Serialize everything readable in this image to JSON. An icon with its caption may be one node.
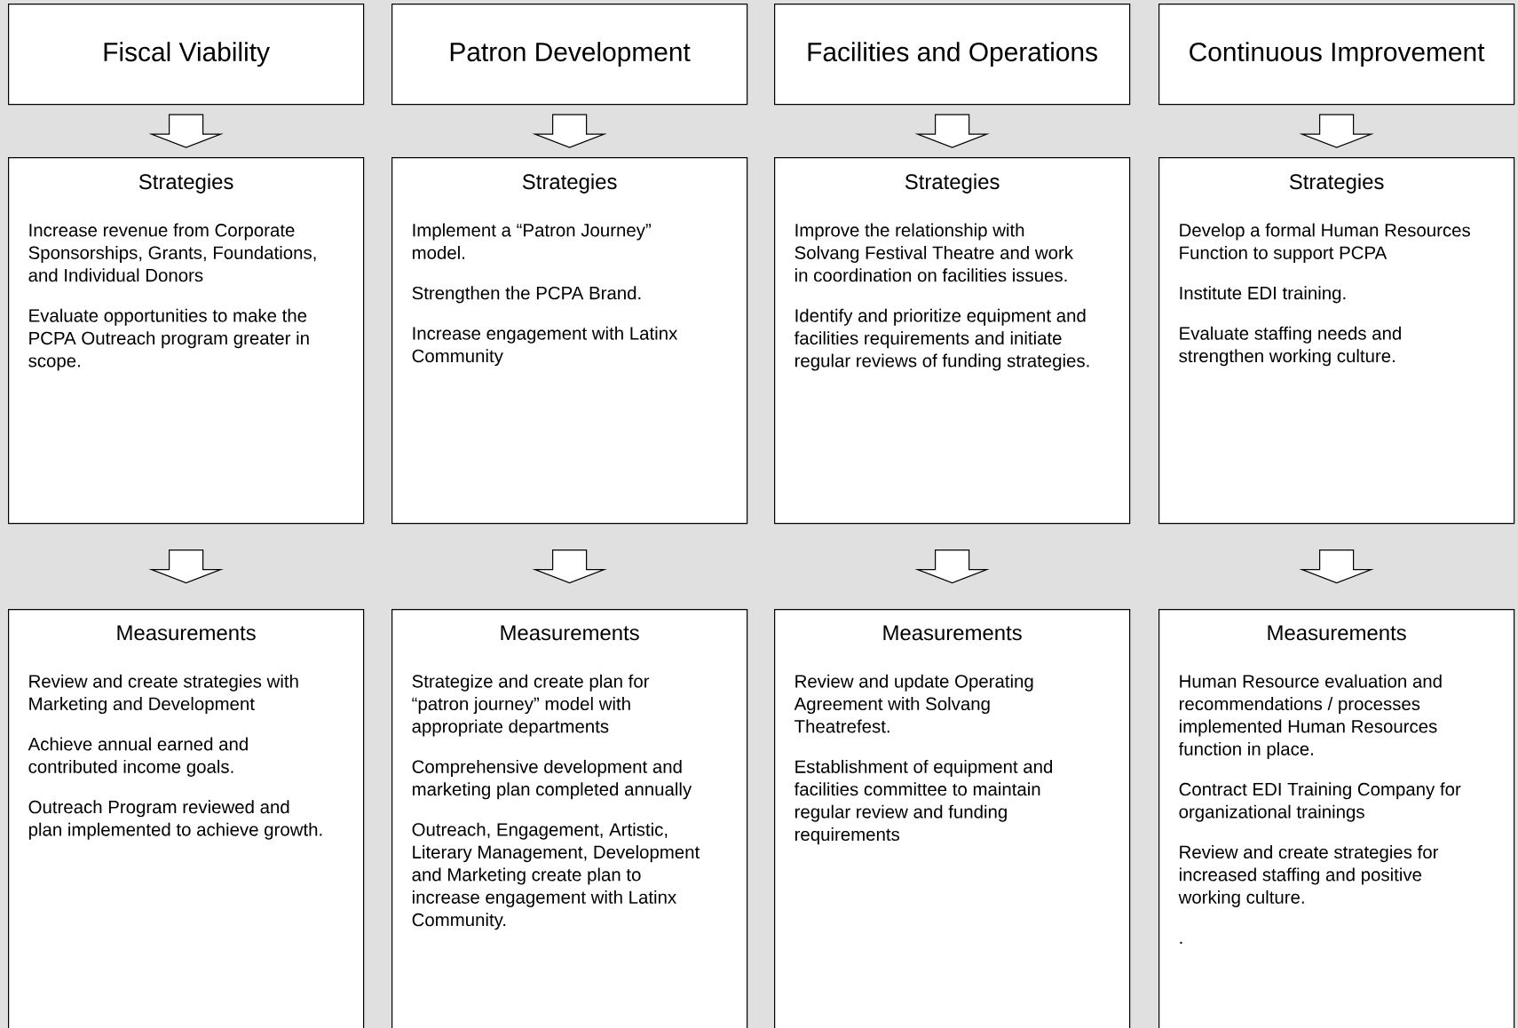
{
  "diagram": {
    "nodes": [
      {
        "text": [
          "Fiscal Viability"
        ]
      },
      {
        "text": [
          "Patron Development"
        ]
      },
      {
        "text": [
          "Facilities and Operations"
        ]
      },
      {
        "text": [
          "Continuous Improvement"
        ]
      },
      {
        "text": [
          "Strategies",
          "Increase revenue from Corporate Sponsorships, Grants, Foundations, and Individual Donors",
          "Evaluate opportunities to make the PCPA Outreach program greater in scope."
        ]
      },
      {
        "text": [
          "Strategies",
          "Implement a “Patron Journey” model.",
          "Strengthen the PCPA Brand.",
          "Increase engagement with Latinx Community"
        ]
      },
      {
        "text": [
          "Strategies",
          "Improve the relationship with Solvang Festival Theatre and work in coordination on facilities issues.",
          "Identify and prioritize equipment and facilities requirements and initiate regular reviews of funding strategies."
        ]
      },
      {
        "text": [
          "Strategies",
          "Develop a formal Human Resources Function to support PCPA",
          "Institute EDI training.",
          "Evaluate staffing needs and strengthen working culture."
        ]
      },
      {
        "text": [
          "Measurements",
          "Review and create strategies with Marketing and Development",
          "Achieve annual earned and contributed income goals.",
          "Outreach Program reviewed and plan implemented to achieve growth."
        ]
      },
      {
        "text": [
          "Measurements",
          "Strategize and create plan for “patron journey” model with appropriate departments",
          "Comprehensive development and marketing plan completed annually",
          "Outreach, Engagement, Artistic, Literary Management, Development and Marketing create plan to increase engagement with Latinx Community."
        ]
      },
      {
        "text": [
          "Measurements",
          "Review and update Operating Agreement with Solvang Theatrefest.",
          "Establishment of equipment and facilities committee to maintain regular review and funding requirements"
        ]
      },
      {
        "text": [
          "Measurements",
          "Human Resource evaluation and recommendations / processes implemented Human Resources function in place.",
          "Contract EDI Training Company for organizational trainings",
          "Review and create strategies for increased staffing and positive working culture.",
          "."
        ]
      }
    ],
    "edges": [
      {
        "from": 0,
        "to": 4,
        "arrow": "to"
      },
      {
        "from": 1,
        "to": 5,
        "arrow": "to"
      },
      {
        "from": 2,
        "to": 6,
        "arrow": "to"
      },
      {
        "from": 3,
        "to": 7,
        "arrow": "to"
      },
      {
        "from": 4,
        "to": 8,
        "arrow": "to"
      },
      {
        "from": 5,
        "to": 9,
        "arrow": "to"
      },
      {
        "from": 6,
        "to": 10,
        "arrow": "to"
      },
      {
        "from": 7,
        "to": 11,
        "arrow": "to"
      }
    ]
  }
}
